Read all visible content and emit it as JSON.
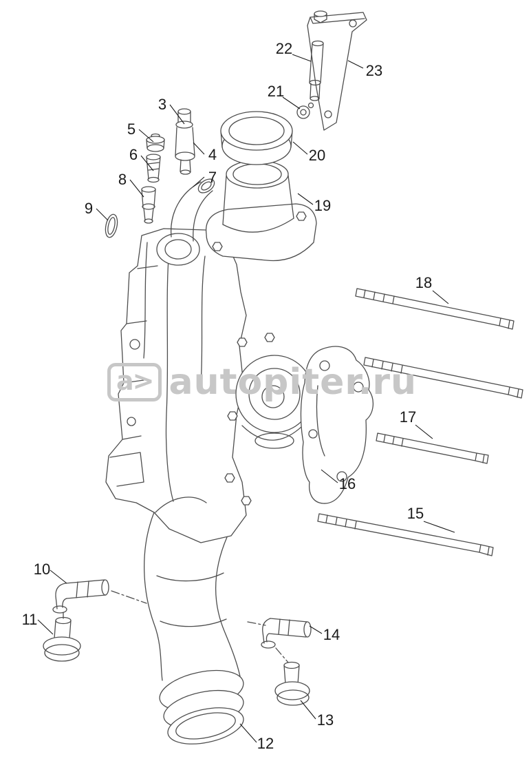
{
  "watermark": {
    "logo": "a>",
    "text": "autopiter.ru"
  },
  "colors": {
    "background": "#ffffff",
    "line": "#4d4d4d",
    "callout_text": "#1a1a1a",
    "watermark": "#c7c7c7"
  },
  "callouts": [
    {
      "id": "3",
      "label": "3"
    },
    {
      "id": "4",
      "label": "4"
    },
    {
      "id": "5",
      "label": "5"
    },
    {
      "id": "6",
      "label": "6"
    },
    {
      "id": "7",
      "label": "7"
    },
    {
      "id": "8",
      "label": "8"
    },
    {
      "id": "9",
      "label": "9"
    },
    {
      "id": "10",
      "label": "10"
    },
    {
      "id": "11",
      "label": "11"
    },
    {
      "id": "12",
      "label": "12"
    },
    {
      "id": "13",
      "label": "13"
    },
    {
      "id": "14",
      "label": "14"
    },
    {
      "id": "15",
      "label": "15"
    },
    {
      "id": "16",
      "label": "16"
    },
    {
      "id": "17",
      "label": "17"
    },
    {
      "id": "18",
      "label": "18"
    },
    {
      "id": "19",
      "label": "19"
    },
    {
      "id": "20",
      "label": "20"
    },
    {
      "id": "21",
      "label": "21"
    },
    {
      "id": "22",
      "label": "22"
    },
    {
      "id": "23",
      "label": "23"
    }
  ]
}
